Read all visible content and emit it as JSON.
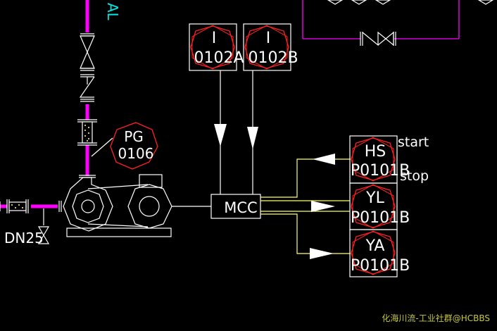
{
  "colors": {
    "background": "#000000",
    "line": "#ffffff",
    "pipe": "#ff00ff",
    "signal": "#ffff66",
    "instrument": "#ff2020",
    "cyan_text": "#00e5e5",
    "watermark": "#c8c83c"
  },
  "labels": {
    "top_left_cut": "AL",
    "pg_tag_letters": "PG",
    "pg_tag_number": "0106",
    "i_a_letters": "I",
    "i_a_number": "0102A",
    "i_b_letters": "I",
    "i_b_number": "0102B",
    "mcc": "MCC",
    "hs_letters": "HS",
    "hs_number": "P0101B",
    "start": "start",
    "stop": "stop",
    "yl_letters": "YL",
    "yl_number": "P0101B",
    "ya_letters": "YA",
    "ya_number": "P0101B",
    "pipe_size": "DN25"
  },
  "watermark": "化海川流-工业社群@HCBBS",
  "icons": [
    "valve-icon",
    "check-valve-icon",
    "pump-icon",
    "motor-icon",
    "arrow-icon"
  ]
}
